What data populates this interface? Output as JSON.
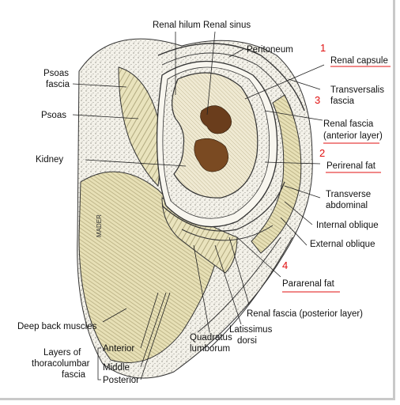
{
  "labels": {
    "renal_hilum": "Renal hilum",
    "renal_sinus": "Renal sinus",
    "peritoneum": "Peritoneum",
    "psoas_fascia_1": "Psoas",
    "psoas_fascia_2": "fascia",
    "psoas": "Psoas",
    "kidney": "Kidney",
    "renal_capsule": "Renal capsule",
    "transversalis_1": "Transversalis",
    "transversalis_2": "fascia",
    "renal_fascia_ant_1": "Renal fascia",
    "renal_fascia_ant_2": "(anterior layer)",
    "perirenal_fat": "Perirenal fat",
    "transverse_1": "Transverse",
    "transverse_2": "abdominal",
    "internal_oblique": "Internal oblique",
    "external_oblique": "External oblique",
    "pararenal_fat": "Pararenal fat",
    "deep_back_muscles": "Deep back muscles",
    "renal_fascia_post": "Renal fascia (posterior layer)",
    "latissimus_1": "Latissimus",
    "latissimus_2": "dorsi",
    "quadratus_1": "Quadratus",
    "quadratus_2": "lumborum",
    "layers_1": "Layers of",
    "layers_2": "thoracolumbar",
    "layers_3": "fascia",
    "anterior": "Anterior",
    "middle": "Middle",
    "posterior": "Posterior",
    "signature": "MADER"
  },
  "numbers": {
    "n1": "1",
    "n2": "2",
    "n3": "3",
    "n4": "4"
  },
  "colors": {
    "annotation_red": "#e01010",
    "muscle_tan": "#e6dfb4",
    "kidney_brown": "#6a3d1c",
    "stipple_gray": "#d8d6cc"
  }
}
